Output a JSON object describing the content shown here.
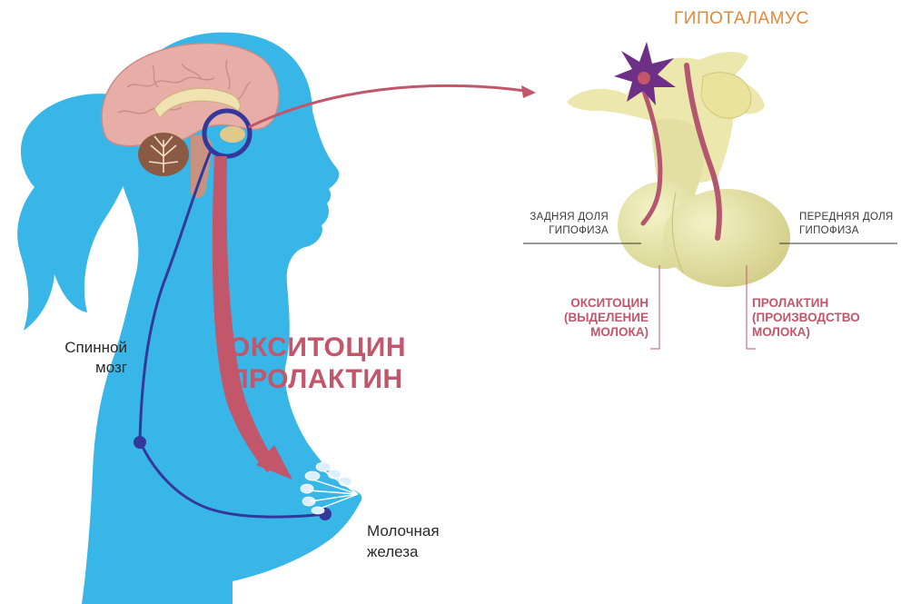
{
  "title": "ГИПОТАЛАМУС",
  "posterior_lobe": "ЗАДНЯЯ ДОЛЯ\nГИПОФИЗА",
  "anterior_lobe": "ПЕРЕДНЯЯ ДОЛЯ\nГИПОФИЗА",
  "oxytocin_callout": "ОКСИТОЦИН\n(ВЫДЕЛЕНИЕ\nМОЛОКА)",
  "prolactin_callout": "ПРОЛАКТИН\n(ПРОИЗВОДСТВО\nМОЛОКА)",
  "hormones_main": "ОКСИТОЦИН\nПРОЛАКТИН",
  "spinal_cord": "Спинной\nмозг",
  "mammary_gland": "Молочная\nжелеза",
  "colors": {
    "body_blue": "#38b6e8",
    "hormone_red": "#c2566a",
    "nerve_blue": "#35379a",
    "title_orange": "#e08a3c",
    "pituitary_yellow": "#e7e5a6",
    "brain_pink": "#e7aea7",
    "neuron_purple": "#6e2f87"
  }
}
